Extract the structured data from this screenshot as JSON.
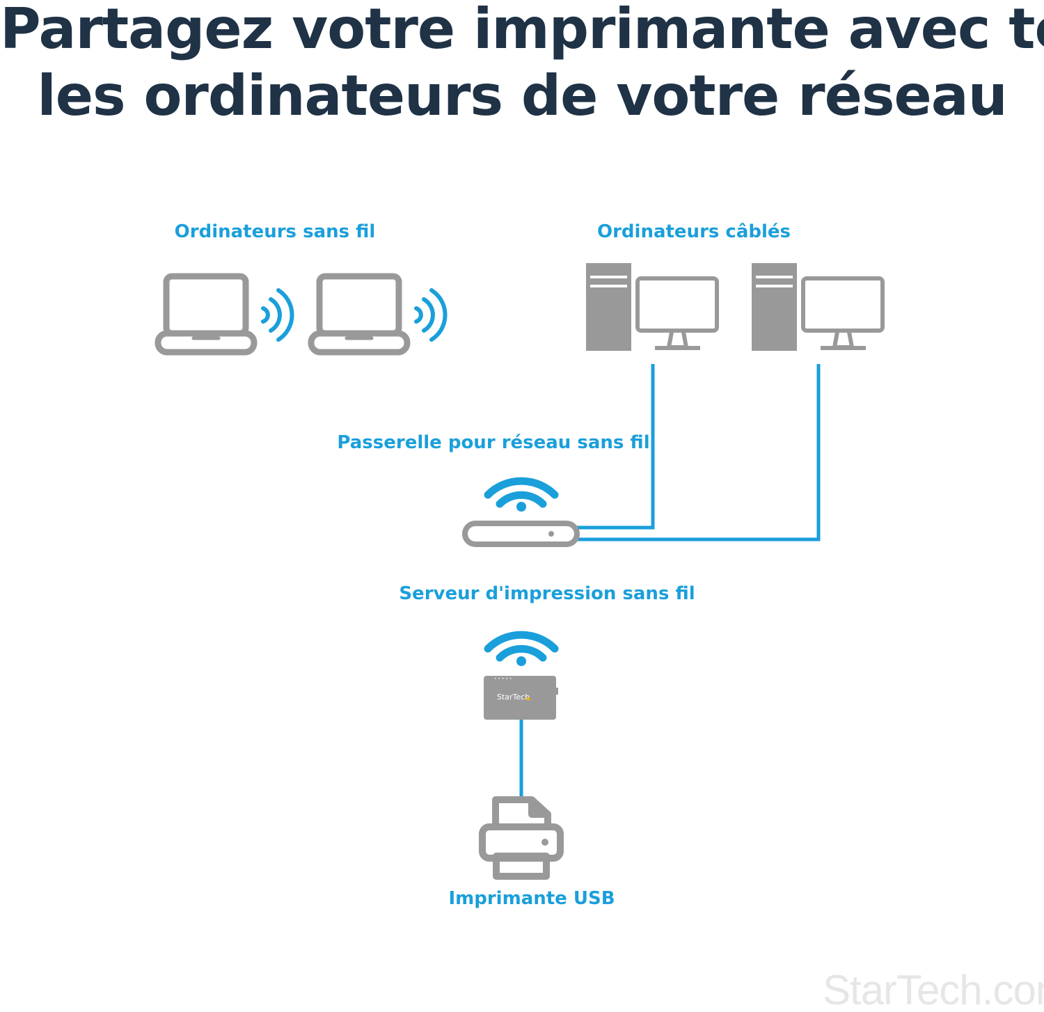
{
  "title": {
    "line1": "Partagez votre imprimante avec tous",
    "line2": "les ordinateurs de votre réseau"
  },
  "labels": {
    "wireless_computers": "Ordinateurs sans fil",
    "wired_computers": "Ordinateurs câblés",
    "gateway": "Passerelle pour réseau sans fil",
    "print_server": "Serveur d'impression sans fil",
    "printer": "Imprimante USB"
  },
  "device_brand": "StarTech",
  "watermark": "StarTech.com",
  "colors": {
    "title": "#1f3246",
    "accent": "#1a9fdb",
    "device": "#999999"
  }
}
